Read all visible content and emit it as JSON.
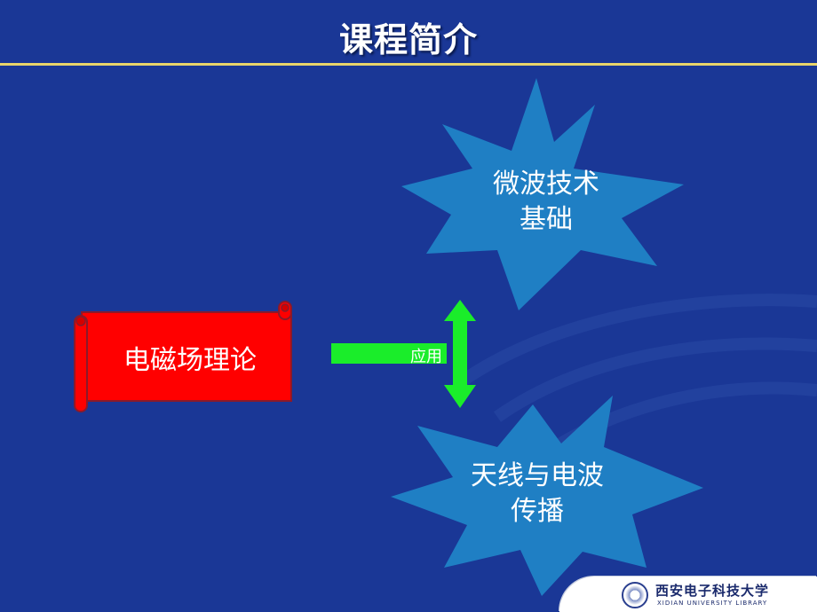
{
  "slide": {
    "title": "课程简介",
    "source_node": "电磁场理论",
    "connector_label": "应用",
    "targets": [
      {
        "line1": "微波技术",
        "line2": "基础"
      },
      {
        "line1": "天线与电波",
        "line2": "传播"
      }
    ]
  },
  "logo": {
    "name_cn": "西安电子科技大学",
    "name_en": "XIDIAN UNIVERSITY LIBRARY"
  },
  "colors": {
    "background": "#1a3796",
    "title_rule": "#e8d46a",
    "scroll": "#ff0000",
    "arrow": "#1aed2a",
    "burst": "#1f7fc4"
  }
}
